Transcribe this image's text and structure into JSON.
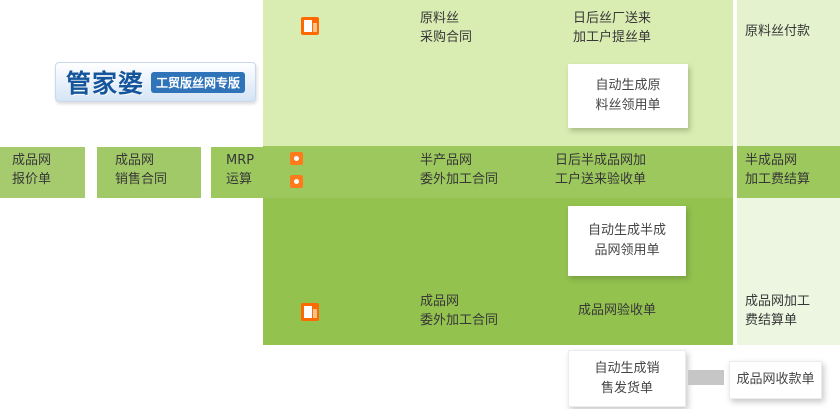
{
  "logo": {
    "brand": "管家婆",
    "edition": "工贸版丝网专版"
  },
  "colors": {
    "top_light_green": "#d9edb3",
    "top_right_green": "#e4f2cd",
    "band_green": "#9cc85e",
    "lower_green": "#93c24f",
    "lower_right_green": "#edf6e0",
    "accent_orange": "#ff6a00",
    "brand_blue": "#15559c",
    "connector_gray": "#c6c6c6"
  },
  "icons": {
    "top": "document-icon",
    "band_upper": "node-icon",
    "band_lower": "node-icon",
    "bottom": "document-icon"
  },
  "flow": {
    "raw_purchase_contract": "原料丝\n采购合同",
    "raw_mill_delivery_note": "日后丝厂送来\n加工户提丝单",
    "raw_payment": "原料丝付款",
    "auto_raw_requisition": "自动生成原\n料丝领用单",
    "finished_quote": "成品网\n报价单",
    "finished_sales_contract": "成品网\n销售合同",
    "mrp": "MRP\n运算",
    "semi_outsourcing_contract": "半产品网\n委外加工合同",
    "semi_acceptance_note": "日后半成品网加\n工户送来验收单",
    "semi_fee_settlement": "半成品网\n加工费结算",
    "auto_semi_requisition": "自动生成半成\n品网领用单",
    "finished_outsourcing_contract": "成品网\n委外加工合同",
    "finished_acceptance_note": "成品网验收单",
    "finished_fee_settlement": "成品网加工\n费结算单",
    "auto_sales_delivery": "自动生成销\n售发货单",
    "finished_receipt": "成品网收款单"
  }
}
